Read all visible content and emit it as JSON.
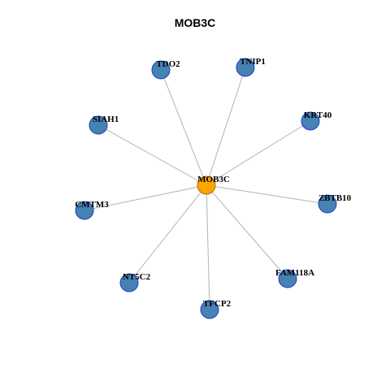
{
  "title": "MOB3C",
  "colors": {
    "edge": "#b3b3b3",
    "center_fill": "#ffa500",
    "center_stroke": "#b36b00",
    "node_fill": "#4682b4",
    "node_stroke": "#1f3fbf",
    "label": "#000000"
  },
  "network": {
    "center": "MOB3C",
    "neighbors": [
      "TDO2",
      "TNIP1",
      "KRT40",
      "ZBTB10",
      "FAM118A",
      "TFCP2",
      "NT5C2",
      "CMTM3",
      "SIAH1"
    ]
  }
}
